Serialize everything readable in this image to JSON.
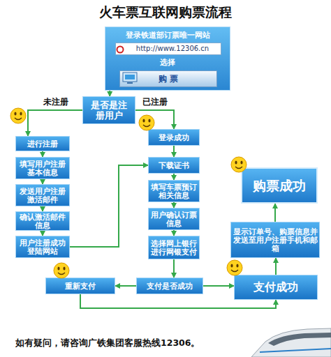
{
  "diagram": {
    "title": "火车票互联网购票流程",
    "nodes": [
      {
        "text": [
          "登录铁道部订票唯一网站",
          "选择"
        ]
      },
      {
        "text": [
          "http://www.12306.cn"
        ],
        "in": 0
      },
      {
        "text": [
          "购 票"
        ],
        "in": 0
      },
      {
        "text": [
          "是否是注册用户"
        ]
      },
      {
        "text": [
          "进行注册"
        ]
      },
      {
        "text": [
          "填写用户注册基本信息"
        ]
      },
      {
        "text": [
          "发送用户注册激活邮件"
        ]
      },
      {
        "text": [
          "确认激活邮件信息"
        ]
      },
      {
        "text": [
          "用户注册成功登陆网站"
        ]
      },
      {
        "text": [
          "登录成功"
        ]
      },
      {
        "text": [
          "下载证书"
        ]
      },
      {
        "text": [
          "填写车票预订相关信息"
        ]
      },
      {
        "text": [
          "用户确认订票信息"
        ]
      },
      {
        "text": [
          "选择网上银行进行网银支付"
        ]
      },
      {
        "text": [
          "支付是否成功"
        ]
      },
      {
        "text": [
          "重新支付"
        ]
      },
      {
        "text": [
          "支付成功"
        ]
      },
      {
        "text": [
          "显示订单号、购票信息并发送至用户注册手机和邮箱"
        ]
      },
      {
        "text": [
          "购票成功"
        ]
      }
    ],
    "edges": [
      {
        "from": 0,
        "to": 3,
        "arrow": "to"
      },
      {
        "from": 3,
        "to": 4,
        "label": "未注册",
        "arrow": "to"
      },
      {
        "from": 3,
        "to": 9,
        "label": "已注册",
        "arrow": "to"
      },
      {
        "from": 4,
        "to": 5,
        "arrow": "to"
      },
      {
        "from": 5,
        "to": 6,
        "arrow": "to"
      },
      {
        "from": 6,
        "to": 7,
        "arrow": "to"
      },
      {
        "from": 7,
        "to": 8,
        "arrow": "to"
      },
      {
        "from": 8,
        "to": 10,
        "arrow": "to"
      },
      {
        "from": 9,
        "to": 10,
        "arrow": "to"
      },
      {
        "from": 10,
        "to": 11,
        "arrow": "to"
      },
      {
        "from": 11,
        "to": 12,
        "arrow": "to"
      },
      {
        "from": 12,
        "to": 13,
        "arrow": "to"
      },
      {
        "from": 13,
        "to": 14,
        "arrow": "to"
      },
      {
        "from": 14,
        "to": 15,
        "arrow": "to"
      },
      {
        "from": 14,
        "to": 16,
        "arrow": "to"
      },
      {
        "from": 15,
        "to": 16,
        "arrow": "to"
      },
      {
        "from": 16,
        "to": 17,
        "arrow": "to"
      },
      {
        "from": 17,
        "to": 18,
        "arrow": "to"
      }
    ],
    "labels": [
      "如有疑问，请咨询广铁集团客服热线12306。"
    ]
  }
}
